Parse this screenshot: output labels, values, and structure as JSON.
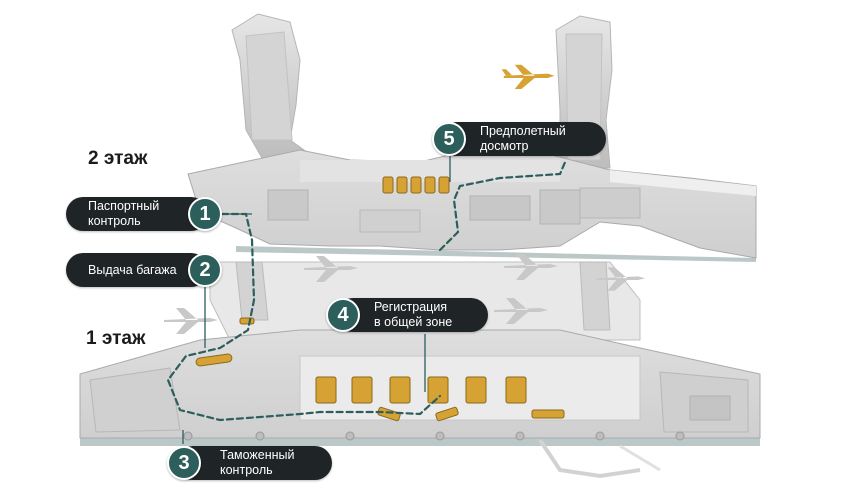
{
  "floors": {
    "upper": "2 этаж",
    "lower": "1 этаж"
  },
  "steps": [
    {
      "number": "1",
      "label": "Паспортный\nконтроль"
    },
    {
      "number": "2",
      "label": "Выдача багажа"
    },
    {
      "number": "3",
      "label": "Таможенный\nконтроль"
    },
    {
      "number": "4",
      "label": "Регистрация\nв общей зоне"
    },
    {
      "number": "5",
      "label": "Предполетный\nдосмотр"
    }
  ],
  "colors": {
    "route": "#2c5e5b",
    "badge": "#2c5e5b",
    "callout": "#1f2427",
    "building": "#d9d9d9",
    "counter": "#d7a234",
    "airplane": "#d7a234"
  }
}
